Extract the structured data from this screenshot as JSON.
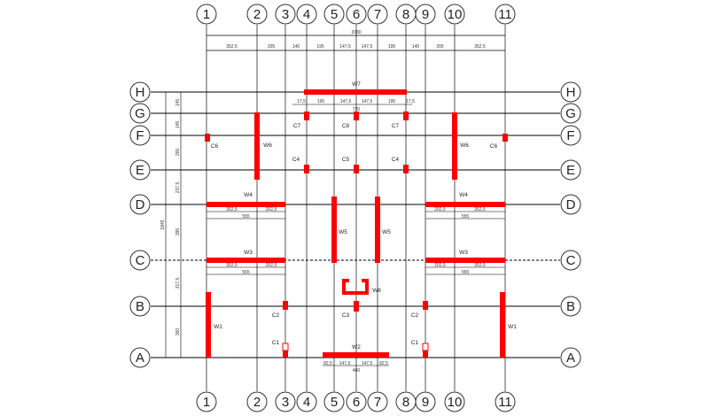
{
  "columns": [
    "1",
    "2",
    "3",
    "4",
    "5",
    "6",
    "7",
    "8",
    "9",
    "10",
    "11"
  ],
  "rows": [
    "H",
    "G",
    "F",
    "E",
    "D",
    "C",
    "B",
    "A"
  ],
  "colors": {
    "member": "#ff0000",
    "grid": "#000000",
    "dimension": "#333333"
  },
  "dimensions": {
    "overall_width": "2080",
    "top_segments": [
      "352,5",
      "205",
      "140",
      "195",
      "147,5",
      "147,5",
      "195",
      "140",
      "205",
      "352,5"
    ],
    "w7_segments": [
      "17,5",
      "195",
      "147,5",
      "147,5",
      "195",
      "17,5"
    ],
    "w7_total": "720",
    "w4_left": [
      "352,5",
      "202,5",
      "555"
    ],
    "w4_right": [
      "202,5",
      "352,5",
      "555"
    ],
    "w3_left": [
      "352,5",
      "202,5",
      "555"
    ],
    "w3_right": [
      "202,5",
      "352,5",
      "555"
    ],
    "w2_segments": [
      "82,5",
      "147,5",
      "147,5",
      "82,5"
    ],
    "w2_total": "460",
    "left_vertical": [
      "145",
      "145",
      "265",
      "237,5",
      "395",
      "317,5",
      "360"
    ],
    "left_overall": "1845"
  },
  "members": {
    "walls": [
      "W7",
      "W6",
      "W6",
      "W4",
      "W4",
      "W3",
      "W3",
      "W5",
      "W5",
      "W8",
      "W1",
      "W1",
      "W2"
    ],
    "columns": [
      "C7",
      "C8",
      "C7",
      "C4",
      "C5",
      "C4",
      "C6",
      "C6",
      "C2",
      "C3",
      "C2",
      "C1",
      "C1"
    ]
  }
}
